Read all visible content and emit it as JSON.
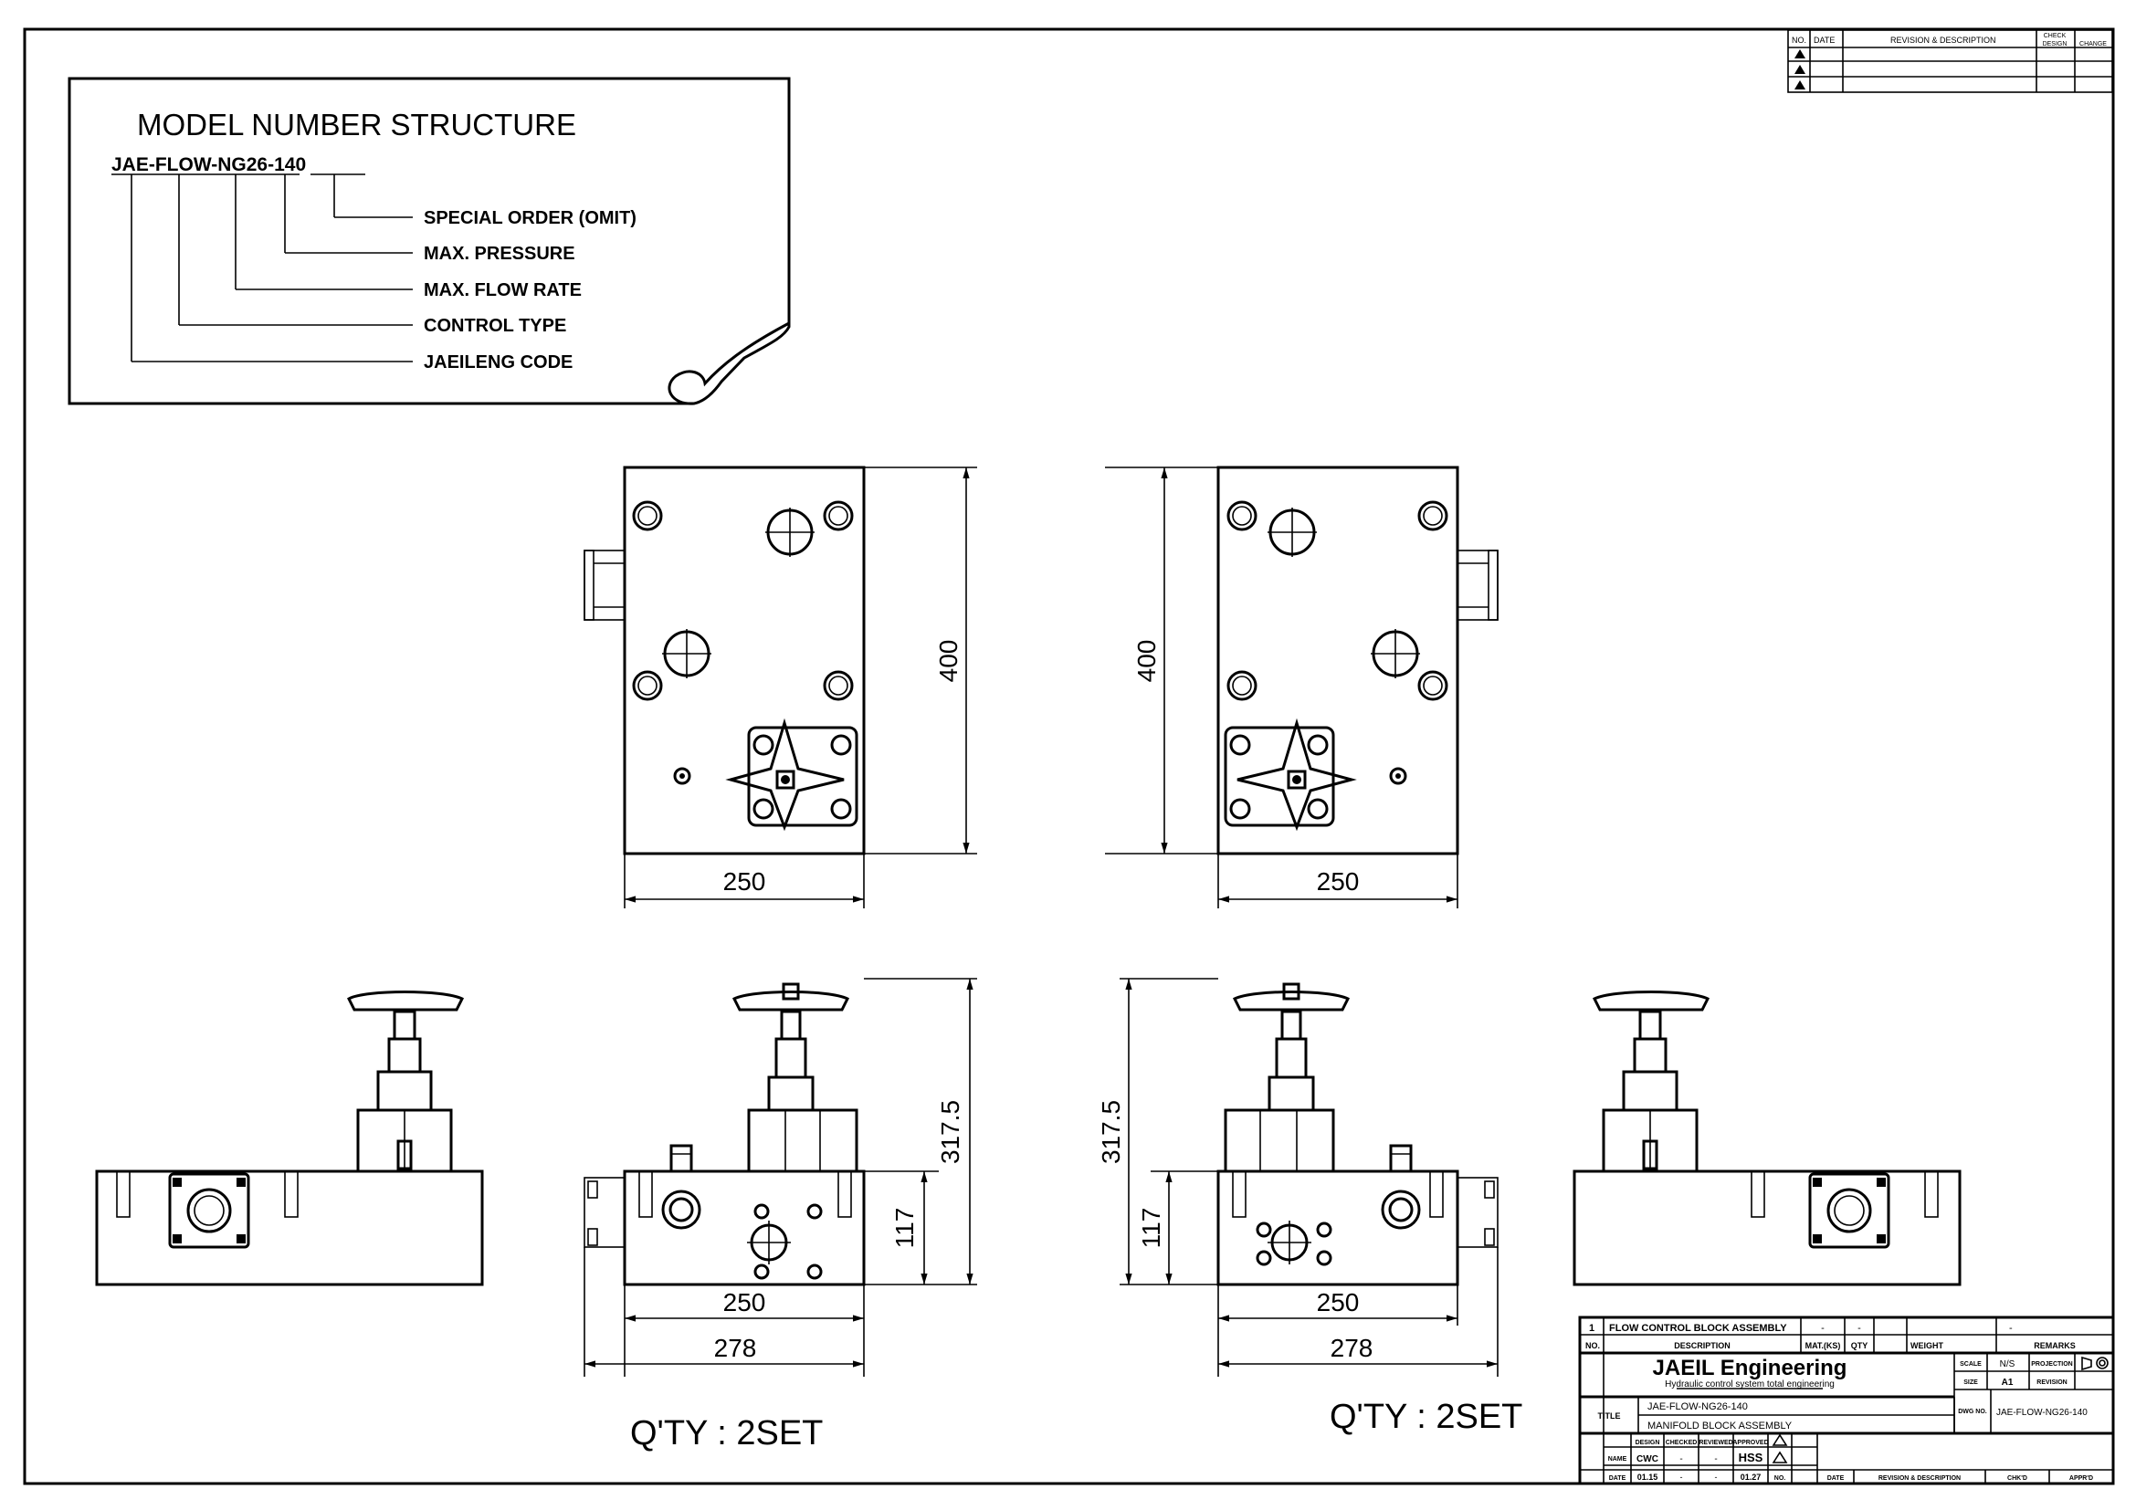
{
  "revision_block": {
    "headers": [
      "NO.",
      "DATE",
      "REVISION & DESCRIPTION",
      "CHECK",
      "DESIGN",
      "CHANGE"
    ]
  },
  "model_structure": {
    "title": "MODEL NUMBER STRUCTURE",
    "code": "JAE-FLOW-NG26-140",
    "legend": [
      "SPECIAL ORDER (OMIT)",
      "MAX. PRESSURE",
      "MAX. FLOW RATE",
      "CONTROL TYPE",
      "JAEILENG CODE"
    ]
  },
  "top_left_view": {
    "height": "400",
    "width": "250"
  },
  "top_right_view": {
    "height": "400",
    "width": "250"
  },
  "front_left_view": {
    "total_height": "317.5",
    "block_height": "117",
    "width": "250",
    "overall_width": "278"
  },
  "front_right_view": {
    "total_height": "317.5",
    "block_height": "117",
    "width": "250",
    "overall_width": "278"
  },
  "quantity_left": "Q'TY : 2SET",
  "quantity_right": "Q'TY : 2SET",
  "title_block": {
    "item_no": "1",
    "item_desc": "FLOW CONTROL BLOCK ASSEMBLY",
    "item_dash1": "-",
    "item_dash2": "-",
    "item_dash3": "-",
    "col_no": "NO.",
    "col_desc": "DESCRIPTION",
    "col_mat": "MAT.(KS)",
    "col_qty": "QTY",
    "col_weight": "WEIGHT",
    "col_remarks": "REMARKS",
    "company": "JAEIL Engineering",
    "tagline": "Hydraulic control system total engineering",
    "scale_label": "SCALE",
    "scale_value": "N/S",
    "projection_label": "PROJECTION",
    "size_label": "SIZE",
    "size_value": "A1",
    "revision_label": "REVISION",
    "title_label": "TITLE",
    "title_line1": "JAE-FLOW-NG26-140",
    "title_line2": "MANIFOLD BLOCK ASSEMBLY",
    "dwg_no_label": "DWG NO.",
    "dwg_no_value": "JAE-FLOW-NG26-140",
    "sign_headers": [
      "DESIGN",
      "CHECKED",
      "REVIEWED",
      "APPROVED"
    ],
    "name_label": "NAME",
    "names": [
      "CWC",
      "-",
      "-",
      "HSS"
    ],
    "date_label": "DATE",
    "dates": [
      "01.15",
      "-",
      "-",
      "01.27"
    ],
    "rev_no": "NO.",
    "rev_date": "DATE",
    "rev_desc": "REVISION & DESCRIPTION",
    "rev_chk": "CHK'D",
    "rev_appr": "APPR'D"
  }
}
